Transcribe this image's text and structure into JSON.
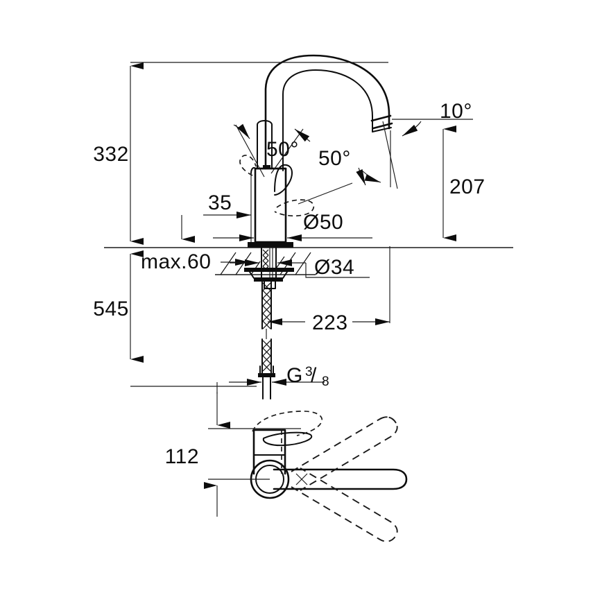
{
  "drawing": {
    "title": "Single-lever kitchen sink mixer dimensional drawing",
    "units": "mm",
    "line_color": "#0d0d0d",
    "background": "#ffffff",
    "dimensions": {
      "overall_height": "332",
      "below_counter_length": "545",
      "spout_height": "207",
      "handle_clearance": "35",
      "max_counter_thickness": "max.60",
      "body_diameter": "Ø50",
      "mounting_hole_diameter": "Ø34",
      "spout_reach": "223",
      "top_view_offset": "112",
      "swivel_left_angle": "50°",
      "swivel_right_angle": "50°",
      "aerator_angle": "10°"
    },
    "thread": {
      "symbol": "G",
      "numerator": "3",
      "divider": "/",
      "denominator": "8"
    }
  }
}
